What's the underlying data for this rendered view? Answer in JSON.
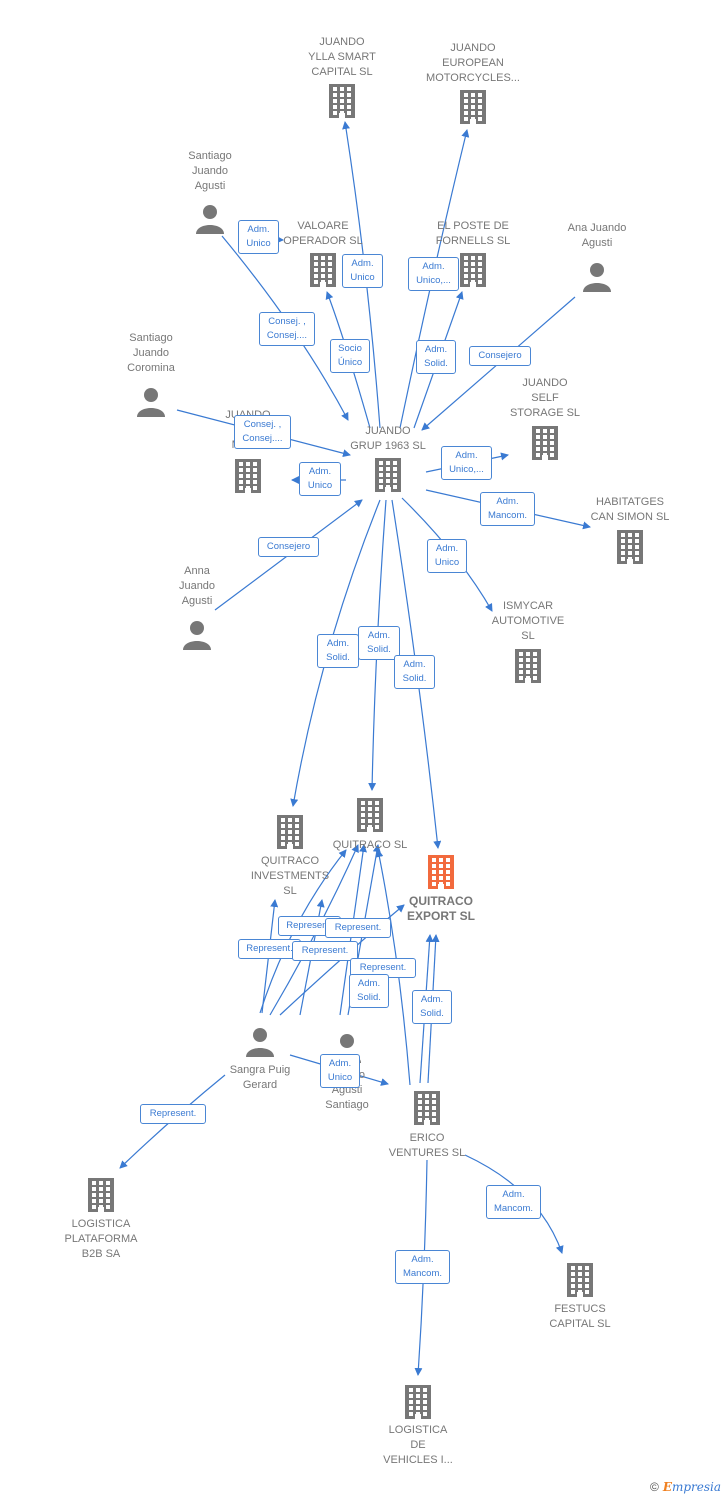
{
  "colors": {
    "edge": "#3a7ad2",
    "building": "#777777",
    "target": "#f26a3d",
    "person": "#777777",
    "label": "#777777"
  },
  "nodes": [
    {
      "id": "ylla",
      "label": "JUANDO\nYLLA SMART\nCAPITAL  SL",
      "type": "company"
    },
    {
      "id": "euro",
      "label": "JUANDO\nEUROPEAN\nMOTORCYCLES...",
      "type": "company"
    },
    {
      "id": "sja",
      "label": "Santiago\nJuando\nAgusti",
      "type": "person"
    },
    {
      "id": "valoare",
      "label": "VALOARE\nOPERADOR SL",
      "type": "company"
    },
    {
      "id": "poste",
      "label": "EL POSTE DE\nFORNELLS SL",
      "type": "company"
    },
    {
      "id": "aja",
      "label": "Ana Juando\nAgusti",
      "type": "person"
    },
    {
      "id": "sjc",
      "label": "Santiago\nJuando\nCoromina",
      "type": "person"
    },
    {
      "id": "amoto",
      "label": "JUANDO\nAM\nMOTO",
      "type": "company"
    },
    {
      "id": "grup",
      "label": "JUANDO\nGRUP 1963  SL",
      "type": "company"
    },
    {
      "id": "self",
      "label": "JUANDO\nSELF\nSTORAGE  SL",
      "type": "company"
    },
    {
      "id": "habit",
      "label": "HABITATGES\nCAN SIMON  SL",
      "type": "company"
    },
    {
      "id": "anna",
      "label": "Anna\nJuando\nAgusti",
      "type": "person"
    },
    {
      "id": "ismy",
      "label": "ISMYCAR\nAUTOMOTIVE\nSL",
      "type": "company"
    },
    {
      "id": "qinv",
      "label": "QUITRACO\nINVESTMENTS\nSL",
      "type": "company"
    },
    {
      "id": "qsl",
      "label": "QUITRACO  SL",
      "type": "company"
    },
    {
      "id": "qexp",
      "label": "QUITRACO\nEXPORT  SL",
      "type": "target"
    },
    {
      "id": "sangra",
      "label": "Sangra Puig\nGerard",
      "type": "person"
    },
    {
      "id": "jas",
      "label": "Juando\nAgusti\nSantiago",
      "type": "person"
    },
    {
      "id": "erico",
      "label": "ERICO\nVENTURES  SL",
      "type": "company"
    },
    {
      "id": "logb2b",
      "label": "LOGISTICA\nPLATAFORMA\nB2B SA",
      "type": "company"
    },
    {
      "id": "festucs",
      "label": "FESTUCS\nCAPITAL  SL",
      "type": "company"
    },
    {
      "id": "logveh",
      "label": "LOGISTICA\nDE\nVEHICLES I...",
      "type": "company"
    }
  ],
  "badges": [
    {
      "id": "b1",
      "text": "Adm.\nUnico"
    },
    {
      "id": "b2",
      "text": "Adm.\nUnico"
    },
    {
      "id": "b3",
      "text": "Adm.\nUnico,..."
    },
    {
      "id": "b4",
      "text": "Consej. ,\nConsej...."
    },
    {
      "id": "b5",
      "text": "Socio\nÚnico"
    },
    {
      "id": "b6",
      "text": "Adm.\nSolid."
    },
    {
      "id": "b7",
      "text": "Consejero"
    },
    {
      "id": "b8",
      "text": "Consej. ,\nConsej...."
    },
    {
      "id": "b9",
      "text": "Adm.\nUnico,..."
    },
    {
      "id": "b10",
      "text": "Adm.\nUnico"
    },
    {
      "id": "b11",
      "text": "Adm.\nMancom."
    },
    {
      "id": "b12",
      "text": "Consejero"
    },
    {
      "id": "b13",
      "text": "Adm.\nUnico"
    },
    {
      "id": "b14",
      "text": "Adm.\nSolid."
    },
    {
      "id": "b15",
      "text": "Adm.\nSolid."
    },
    {
      "id": "b16",
      "text": "Adm.\nSolid."
    },
    {
      "id": "b17",
      "text": "Represent."
    },
    {
      "id": "b18",
      "text": "Represent."
    },
    {
      "id": "b19",
      "text": "Represent."
    },
    {
      "id": "b20",
      "text": "Represent."
    },
    {
      "id": "b21",
      "text": "Represent."
    },
    {
      "id": "b22",
      "text": "Adm.\nSolid."
    },
    {
      "id": "b23",
      "text": "Adm.\nSolid."
    },
    {
      "id": "b24",
      "text": "Adm.\nUnico"
    },
    {
      "id": "b25",
      "text": "Represent."
    },
    {
      "id": "b26",
      "text": "Adm.\nMancom."
    },
    {
      "id": "b27",
      "text": "Adm.\nMancom."
    }
  ],
  "footer": {
    "copyright": "©",
    "brand_first": "E",
    "brand_rest": "mpresia"
  }
}
